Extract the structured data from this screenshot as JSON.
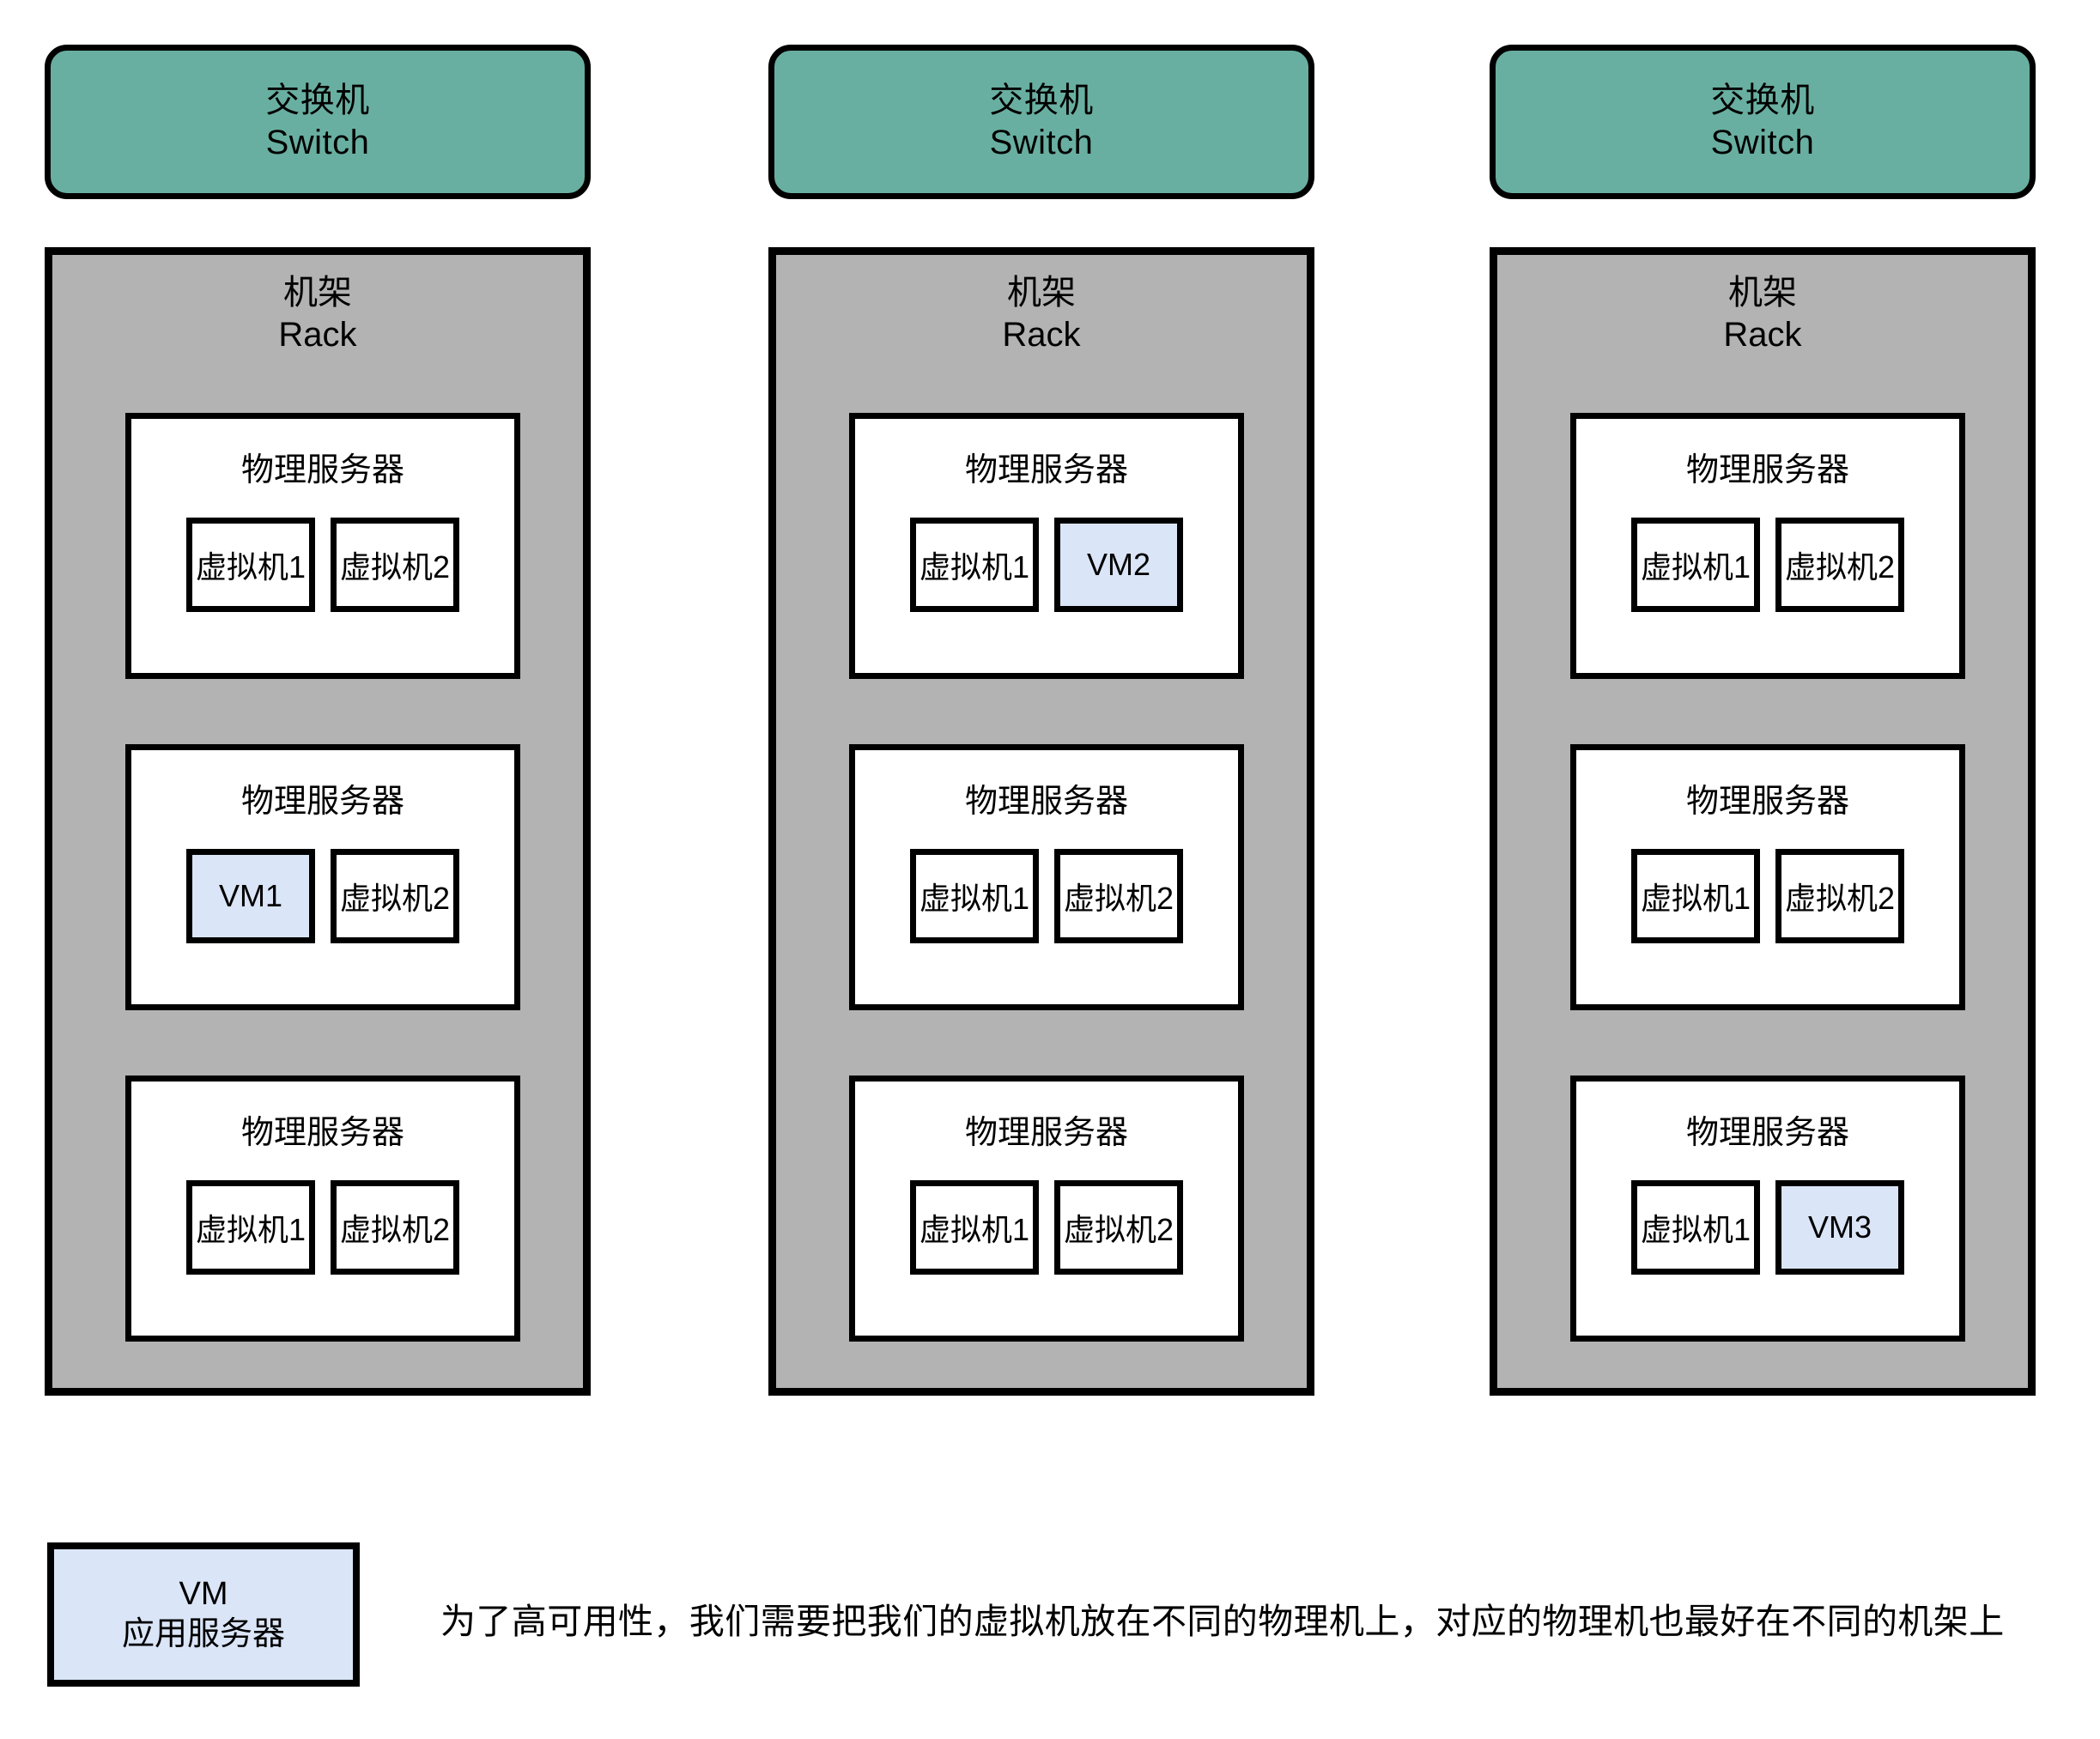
{
  "colors": {
    "switch_fill": "#69AFA1",
    "rack_fill": "#B3B3B3",
    "server_fill": "#FFFFFF",
    "vm_highlight_fill": "#DAE5F7",
    "stroke": "#000000",
    "background": "#FFFFFF"
  },
  "columns": [
    {
      "switch": {
        "line1": "交换机",
        "line2": "Switch"
      },
      "rack": {
        "line1": "机架",
        "line2": "Rack"
      },
      "servers": [
        {
          "title": "物理服务器",
          "vms": [
            {
              "label": "虚拟机1",
              "highlighted": false
            },
            {
              "label": "虚拟机2",
              "highlighted": false
            }
          ]
        },
        {
          "title": "物理服务器",
          "vms": [
            {
              "label": "VM1",
              "highlighted": true
            },
            {
              "label": "虚拟机2",
              "highlighted": false
            }
          ]
        },
        {
          "title": "物理服务器",
          "vms": [
            {
              "label": "虚拟机1",
              "highlighted": false
            },
            {
              "label": "虚拟机2",
              "highlighted": false
            }
          ]
        }
      ]
    },
    {
      "switch": {
        "line1": "交换机",
        "line2": "Switch"
      },
      "rack": {
        "line1": "机架",
        "line2": "Rack"
      },
      "servers": [
        {
          "title": "物理服务器",
          "vms": [
            {
              "label": "虚拟机1",
              "highlighted": false
            },
            {
              "label": "VM2",
              "highlighted": true
            }
          ]
        },
        {
          "title": "物理服务器",
          "vms": [
            {
              "label": "虚拟机1",
              "highlighted": false
            },
            {
              "label": "虚拟机2",
              "highlighted": false
            }
          ]
        },
        {
          "title": "物理服务器",
          "vms": [
            {
              "label": "虚拟机1",
              "highlighted": false
            },
            {
              "label": "虚拟机2",
              "highlighted": false
            }
          ]
        }
      ]
    },
    {
      "switch": {
        "line1": "交换机",
        "line2": "Switch"
      },
      "rack": {
        "line1": "机架",
        "line2": "Rack"
      },
      "servers": [
        {
          "title": "物理服务器",
          "vms": [
            {
              "label": "虚拟机1",
              "highlighted": false
            },
            {
              "label": "虚拟机2",
              "highlighted": false
            }
          ]
        },
        {
          "title": "物理服务器",
          "vms": [
            {
              "label": "虚拟机1",
              "highlighted": false
            },
            {
              "label": "虚拟机2",
              "highlighted": false
            }
          ]
        },
        {
          "title": "物理服务器",
          "vms": [
            {
              "label": "虚拟机1",
              "highlighted": false
            },
            {
              "label": "VM3",
              "highlighted": true
            }
          ]
        }
      ]
    }
  ],
  "legend": {
    "line1": "VM",
    "line2": "应用服务器"
  },
  "caption": "为了高可用性，我们需要把我们的虚拟机放在不同的物理机上，对应的物理机也最好在不同的机架上"
}
